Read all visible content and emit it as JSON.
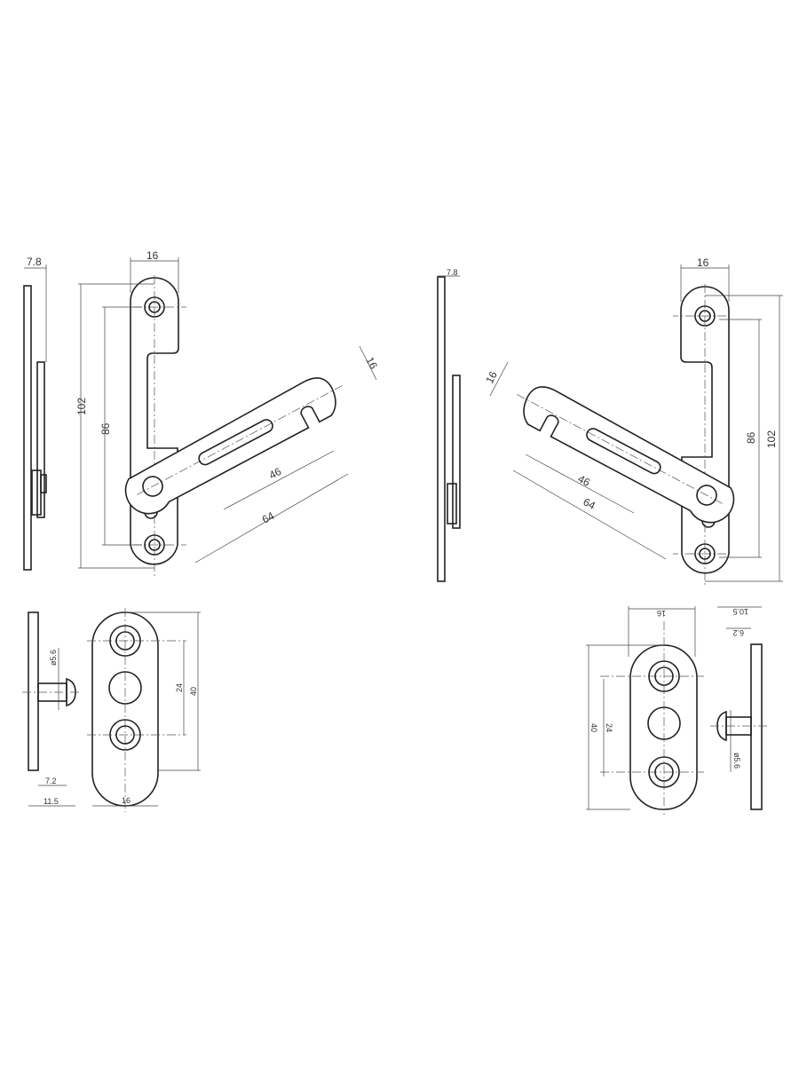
{
  "left_hinge": {
    "side_width": "7.8",
    "arm_width": "16",
    "overall_height": "102",
    "hole_spacing": "86",
    "slider_width": "16",
    "slot_length": "46",
    "slider_length": "64"
  },
  "right_hinge": {
    "side_width": "7.8",
    "arm_width": "16",
    "overall_height": "102",
    "hole_spacing": "86",
    "slider_width": "16",
    "slot_length": "46",
    "slider_length": "64"
  },
  "left_plate": {
    "pin_diameter": "ø5.6",
    "pin_length": "7.2",
    "total_depth": "11.5",
    "width": "16",
    "hole_spacing": "24",
    "length": "40"
  },
  "right_plate": {
    "pin_diameter": "ø5.6",
    "pin_length": "6.2",
    "total_depth": "10.5",
    "width": "16",
    "hole_spacing": "24",
    "length": "40"
  },
  "line_color": "#222222"
}
